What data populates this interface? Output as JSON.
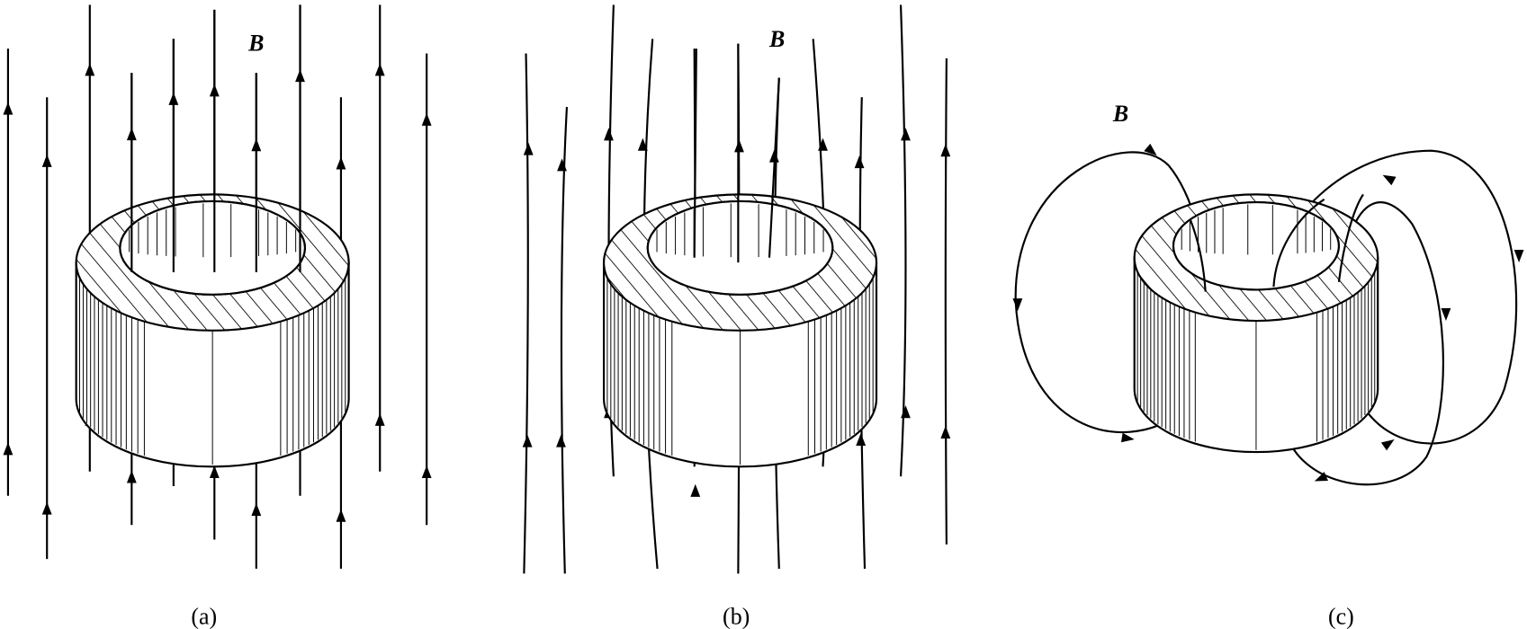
{
  "figure": {
    "panels": [
      {
        "id": "a",
        "caption": "(a)",
        "field_label": "B",
        "description_field": "uniform"
      },
      {
        "id": "b",
        "caption": "(b)",
        "field_label": "B",
        "description_field": "distorted"
      },
      {
        "id": "c",
        "caption": "(c)",
        "field_label": "B",
        "description_field": "closed-loops"
      }
    ]
  }
}
